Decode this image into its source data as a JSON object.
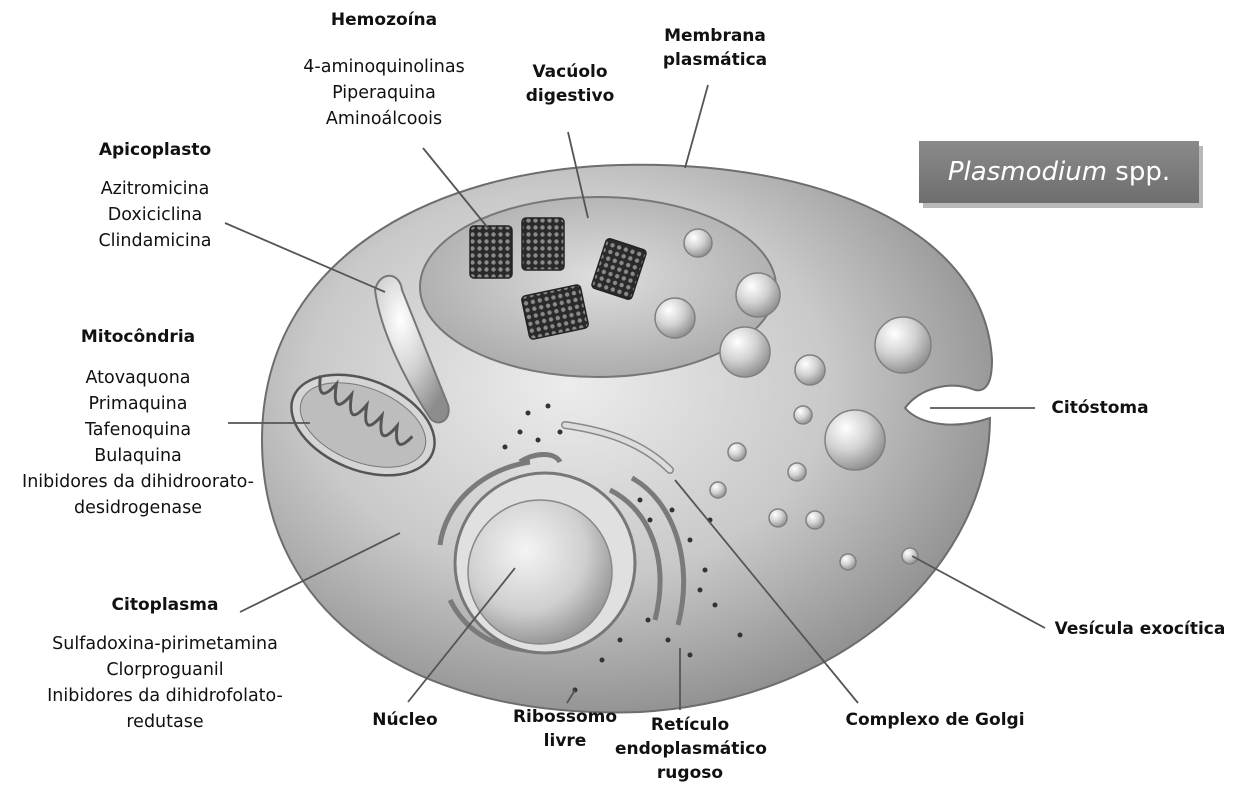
{
  "title": {
    "genus": "Plasmodium",
    "suffix": " spp."
  },
  "labels": {
    "hemozoina": {
      "title": "Hemozoína",
      "drugs": [
        "4-aminoquinolinas",
        "Piperaquina",
        "Aminoálcoois"
      ]
    },
    "vacuolo": {
      "title_lines": [
        "Vacúolo",
        "digestivo"
      ]
    },
    "membrana": {
      "title_lines": [
        "Membrana",
        "plasmática"
      ]
    },
    "apicoplasto": {
      "title": "Apicoplasto",
      "drugs": [
        "Azitromicina",
        "Doxiciclina",
        "Clindamicina"
      ]
    },
    "mitocondria": {
      "title": "Mitocôndria",
      "drugs": [
        "Atovaquona",
        "Primaquina",
        "Tafenoquina",
        "Bulaquina",
        "Inibidores da dihidroorato-",
        "desidrogenase"
      ]
    },
    "citoplasma": {
      "title": "Citoplasma",
      "drugs": [
        "Sulfadoxina-pirimetamina",
        "Clorproguanil",
        "Inibidores da dihidrofolato-",
        "redutase"
      ]
    },
    "citostoma": {
      "title": "Citóstoma"
    },
    "vesicula": {
      "title": "Vesícula exocítica"
    },
    "nucleo": {
      "title": "Núcleo"
    },
    "ribossomo": {
      "title_lines": [
        "Ribossomo",
        "livre"
      ]
    },
    "reticulo": {
      "title_lines": [
        "Retículo",
        "endoplasmático",
        "rugoso"
      ]
    },
    "golgi": {
      "title": "Complexo de Golgi"
    }
  },
  "colors": {
    "cell_light": "#e9e9e9",
    "cell_dark": "#8c8c8c",
    "badge": "#7a7a7a",
    "line": "#555555"
  }
}
